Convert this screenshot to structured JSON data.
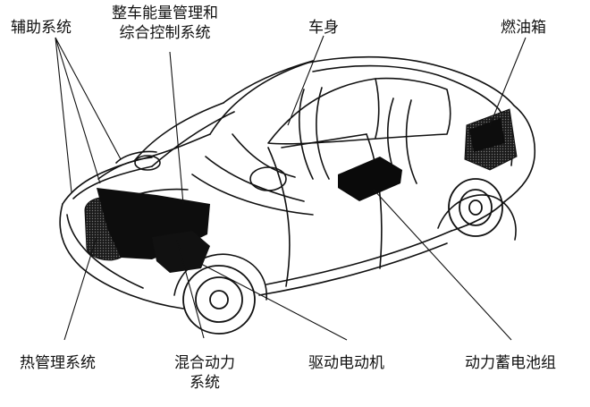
{
  "labels": {
    "auxiliary_system": "辅助系统",
    "energy_management": [
      "整车能量管理和",
      "综合控制系统"
    ],
    "body": "车身",
    "fuel_tank": "燃油箱",
    "thermal_management": "热管理系统",
    "hybrid_power": [
      "混合动力",
      "系统"
    ],
    "drive_motor": "驱动电动机",
    "battery_pack": "动力蓄电池组"
  },
  "colors": {
    "ink": "#111111",
    "component_fill": "#0d0d0d",
    "background": "#ffffff"
  }
}
